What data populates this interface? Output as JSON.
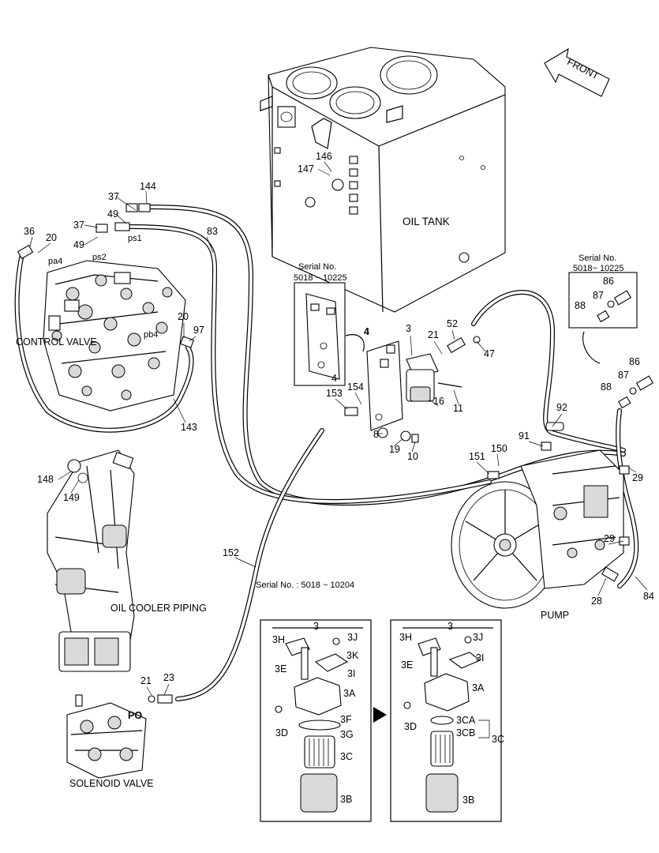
{
  "titles": {
    "oil_tank": "OIL TANK",
    "control_valve": "CONTROL VALVE",
    "oil_cooler_piping": "OIL COOLER PIPING",
    "solenoid_valve": "SOLENOID VALVE",
    "pump": "PUMP",
    "front": "FRONT",
    "po": "PO"
  },
  "serial_boxes": {
    "bracket": {
      "line1": "Serial No.",
      "line2": "5018 ~ 10225"
    },
    "fitting": {
      "line1": "Serial No.",
      "line2": "5018~ 10225"
    },
    "filter": {
      "line1": "Serial No. : 5018 ~ 10204"
    }
  },
  "port_labels": {
    "pa4": "pa4",
    "ps2": "ps2",
    "ps1": "ps1",
    "pb4": "pb4"
  },
  "callouts": {
    "c37a": "37",
    "c144": "144",
    "c49a": "49",
    "c37b": "37",
    "c49b": "49",
    "c83": "83",
    "c36": "36",
    "c20a": "20",
    "c20b": "20",
    "c97": "97",
    "c143": "143",
    "c146": "146",
    "c147": "147",
    "c4a": "4",
    "c4b": "4",
    "c3": "3",
    "c21a": "21",
    "c52": "52",
    "c47": "47",
    "c153": "153",
    "c154": "154",
    "c16": "16",
    "c11": "11",
    "c8": "8",
    "c19": "19",
    "c10": "10",
    "c86a": "86",
    "c87a": "87",
    "c88a": "88",
    "c86b": "86",
    "c87b": "87",
    "c88b": "88",
    "c92": "92",
    "c91": "91",
    "c150": "150",
    "c151": "151",
    "c29a": "29",
    "c29b": "29",
    "c28": "28",
    "c84": "84",
    "c148": "148",
    "c149": "149",
    "c152": "152",
    "c21b": "21",
    "c23": "23"
  },
  "filter_left": {
    "num": "3",
    "h": "3H",
    "j": "3J",
    "k": "3K",
    "e": "3E",
    "i": "3I",
    "a": "3A",
    "f": "3F",
    "d": "3D",
    "g": "3G",
    "c": "3C",
    "b": "3B"
  },
  "filter_right": {
    "num": "3",
    "h": "3H",
    "j": "3J",
    "e": "3E",
    "i": "3I",
    "a": "3A",
    "d": "3D",
    "ca": "3CA",
    "cb": "3CB",
    "c": "3C",
    "b": "3B"
  }
}
